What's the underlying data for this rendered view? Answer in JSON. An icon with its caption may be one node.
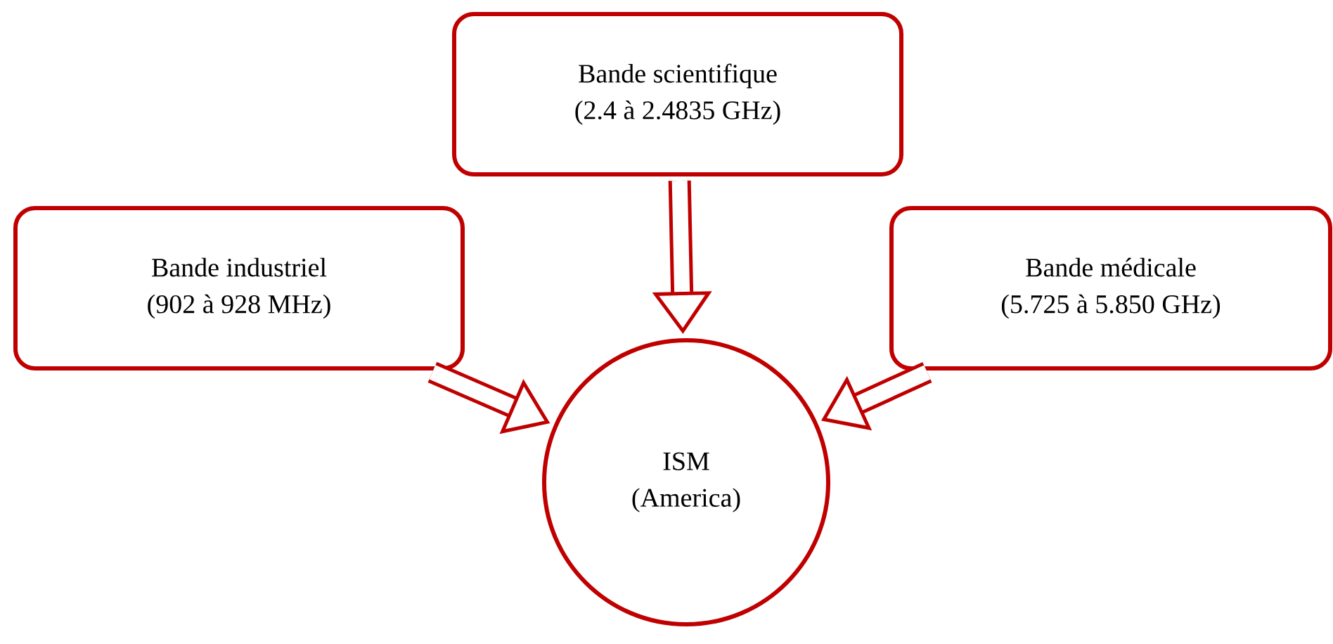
{
  "diagram": {
    "nodes": [
      {
        "text": [
          "Bande scientifique",
          "(2.4  à  2.4835  GHz)"
        ]
      },
      {
        "text": [
          "Bande industriel",
          "(902  à  928  MHz)"
        ]
      },
      {
        "text": [
          "Bande médicale",
          "(5.725  à  5.850  GHz)"
        ]
      },
      {
        "text": [
          "ISM",
          "(America)"
        ]
      }
    ],
    "edges": [
      {
        "from": 0,
        "to": 3,
        "arrow": "to"
      },
      {
        "from": 1,
        "to": 3,
        "arrow": "to"
      },
      {
        "from": 2,
        "to": 3,
        "arrow": "to"
      }
    ]
  }
}
